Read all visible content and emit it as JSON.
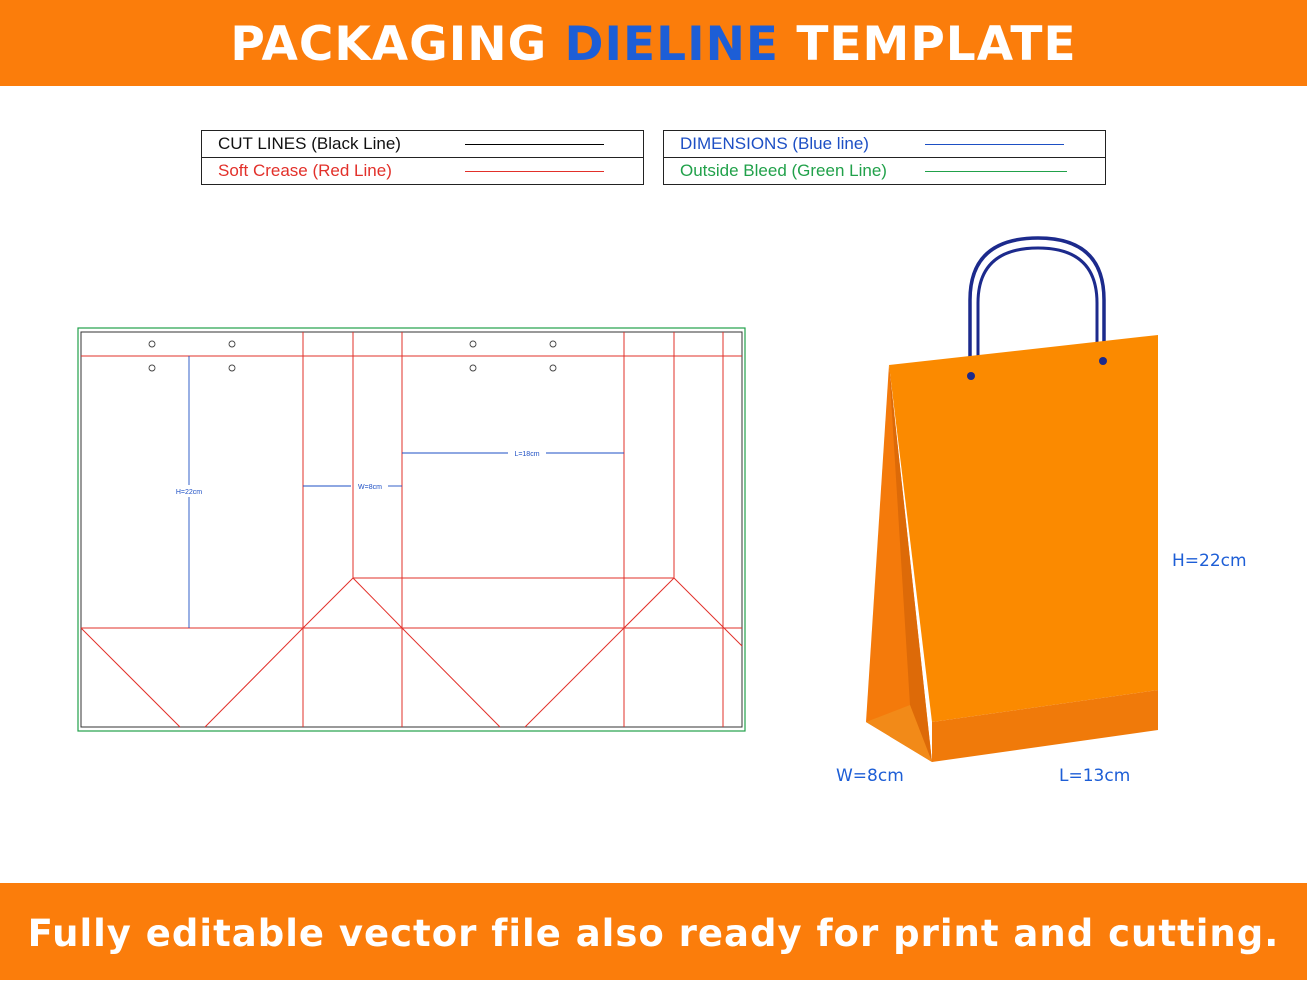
{
  "header": {
    "title_pre": "PACKAGING ",
    "title_accent": "DIELINE",
    "title_post": " TEMPLATE"
  },
  "legend": {
    "left": [
      {
        "label": "CUT LINES (Black Line)",
        "color": "#000000"
      },
      {
        "label": "Soft Crease (Red Line)",
        "color": "#e2302a"
      }
    ],
    "right": [
      {
        "label": "DIMENSIONS (Blue line)",
        "color": "#1d4fc4"
      },
      {
        "label": "Outside Bleed (Green Line)",
        "color": "#21a14a"
      }
    ]
  },
  "dieline": {
    "height_label": "H=22cm",
    "width_label": "W=8cm",
    "length_label": "L=18cm"
  },
  "bag": {
    "height_label": "H=22cm",
    "width_label": "W=8cm",
    "length_label": "L=13cm"
  },
  "footer": {
    "text": "Fully editable vector file also ready for print and cutting."
  },
  "colors": {
    "brand_orange": "#fb7d0b",
    "accent_blue": "#1d5ed6",
    "crease_red": "#e2302a",
    "bleed_green": "#21a14a",
    "dimension_blue": "#1d4fc4",
    "handle_navy": "#1c2a8c"
  }
}
